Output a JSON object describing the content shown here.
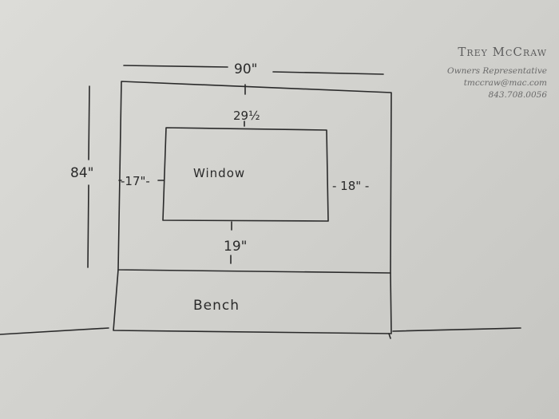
{
  "card": {
    "name": "Trey McCraw",
    "title": "Owners Representative",
    "email": "tmccraw@mac.com",
    "phone": "843.708.0056"
  },
  "sketch": {
    "overall_width": "90\"",
    "overall_height": "84\"",
    "top_gap": "29½",
    "left_gap": "-17\"-",
    "right_gap": "- 18\" -",
    "bottom_gap": "19\"",
    "window_label": "Window",
    "bench_label": "Bench"
  },
  "colors": {
    "paper": "#d6d6d2",
    "ink": "#2a2a2a",
    "card_text": "#5d5d5d"
  }
}
